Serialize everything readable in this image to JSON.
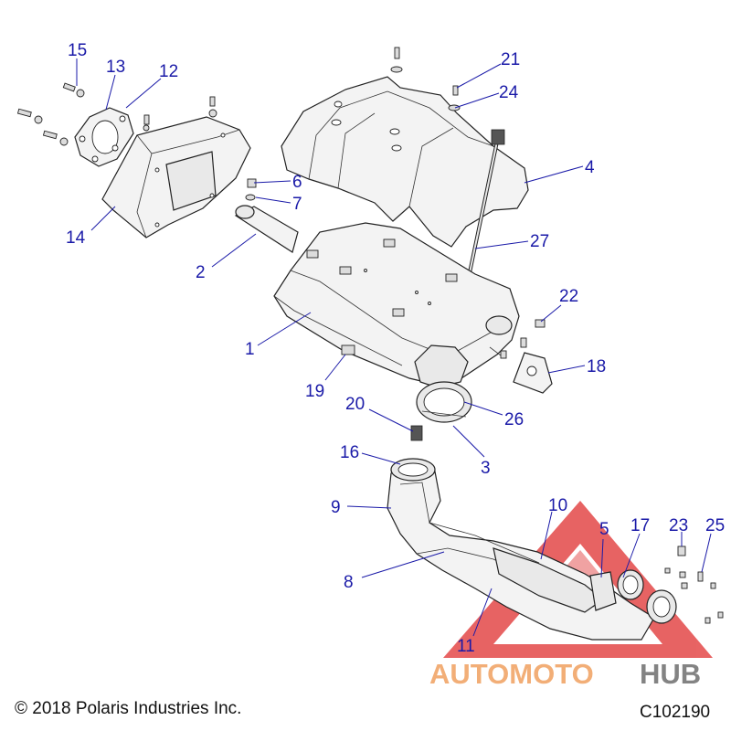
{
  "callouts": [
    {
      "id": "15",
      "text": "15"
    },
    {
      "id": "13",
      "text": "13"
    },
    {
      "id": "12",
      "text": "12"
    },
    {
      "id": "14",
      "text": "14"
    },
    {
      "id": "6",
      "text": "6"
    },
    {
      "id": "7",
      "text": "7"
    },
    {
      "id": "2",
      "text": "2"
    },
    {
      "id": "21",
      "text": "21"
    },
    {
      "id": "24",
      "text": "24"
    },
    {
      "id": "4",
      "text": "4"
    },
    {
      "id": "27",
      "text": "27"
    },
    {
      "id": "1",
      "text": "1"
    },
    {
      "id": "22",
      "text": "22"
    },
    {
      "id": "18",
      "text": "18"
    },
    {
      "id": "19",
      "text": "19"
    },
    {
      "id": "20",
      "text": "20"
    },
    {
      "id": "26",
      "text": "26"
    },
    {
      "id": "3",
      "text": "3"
    },
    {
      "id": "16",
      "text": "16"
    },
    {
      "id": "9",
      "text": "9"
    },
    {
      "id": "10",
      "text": "10"
    },
    {
      "id": "5",
      "text": "5"
    },
    {
      "id": "17",
      "text": "17"
    },
    {
      "id": "23",
      "text": "23"
    },
    {
      "id": "25",
      "text": "25"
    },
    {
      "id": "8",
      "text": "8"
    },
    {
      "id": "11",
      "text": "11"
    }
  ],
  "copyright": "© 2018 Polaris Industries Inc.",
  "diagram_code": "C102190",
  "watermark": {
    "part1": "AUTOMOTO",
    "part2": "HUB",
    "color_primary": "#f0a060",
    "color_secondary": "#6e6e6e",
    "triangle_color": "#e03030"
  },
  "colors": {
    "callout": "#1a1aa8"
  }
}
